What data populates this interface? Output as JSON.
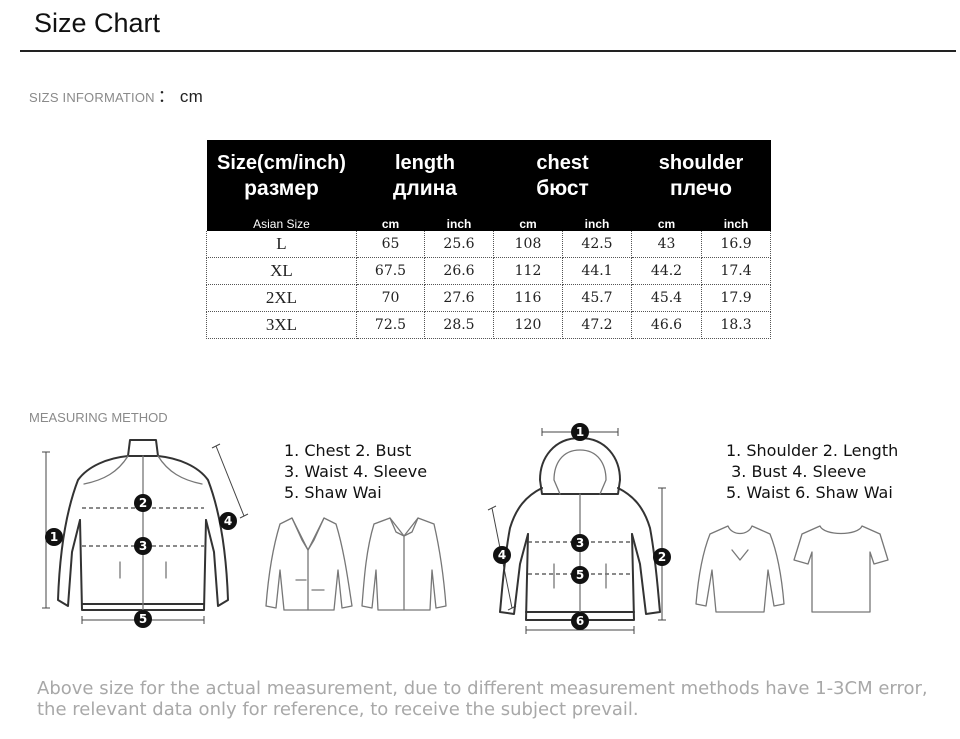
{
  "header": {
    "title": "Size Chart"
  },
  "info": {
    "label": "SIZS INFORMATION",
    "unit": "： cm"
  },
  "table": {
    "headers": [
      {
        "en": "Size(cm/inch)",
        "ru": "размер"
      },
      {
        "en": "length",
        "ru": "длина"
      },
      {
        "en": "chest",
        "ru": "бюст"
      },
      {
        "en": "shoulder",
        "ru": "плечо"
      }
    ],
    "subheaders": [
      "Asian Size",
      "cm",
      "inch",
      "cm",
      "inch",
      "cm",
      "inch"
    ],
    "rows": [
      [
        "L",
        "65",
        "25.6",
        "108",
        "42.5",
        "43",
        "16.9"
      ],
      [
        "XL",
        "67.5",
        "26.6",
        "112",
        "44.1",
        "44.2",
        "17.4"
      ],
      [
        "2XL",
        "70",
        "27.6",
        "116",
        "45.7",
        "45.4",
        "17.9"
      ],
      [
        "3XL",
        "72.5",
        "28.5",
        "120",
        "47.2",
        "46.6",
        "18.3"
      ]
    ]
  },
  "measuring": {
    "label": "MEASURING METHOD",
    "legend_left": [
      "1. Chest 2. Bust",
      "3. Waist 4. Sleeve",
      "5. Shaw Wai"
    ],
    "legend_right": [
      "1. Shoulder 2. Length",
      " 3. Bust 4. Sleeve",
      "5. Waist 6. Shaw Wai"
    ],
    "badges_left": [
      "1",
      "2",
      "3",
      "4",
      "5"
    ],
    "badges_right": [
      "1",
      "2",
      "3",
      "4",
      "5",
      "6"
    ]
  },
  "note": {
    "lines": [
      "Above size for the actual measurement, due to different measurement methods have 1-3CM error,",
      "the relevant data only for reference, to receive the subject prevail."
    ]
  }
}
